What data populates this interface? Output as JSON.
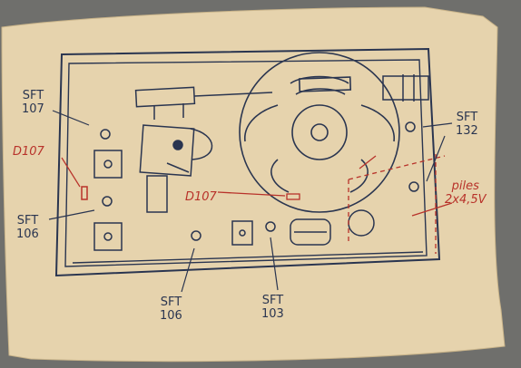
{
  "labels": {
    "sft_107": {
      "line1": "SFT",
      "line2": "107"
    },
    "d107_left": {
      "text": "D107"
    },
    "sft_106_left": {
      "line1": "SFT",
      "line2": "106"
    },
    "d107_center": {
      "text": "D107"
    },
    "sft_132": {
      "line1": "SFT",
      "line2": "132"
    },
    "piles": {
      "line1": "piles",
      "line2": "2x4,5V"
    },
    "sft_106_bottom": {
      "line1": "SFT",
      "line2": "106"
    },
    "sft_103_bottom": {
      "line1": "SFT",
      "line2": "103"
    }
  },
  "colors": {
    "paper": "#e6d3ad",
    "ink": "#2a3550",
    "red_ink": "#b8322a",
    "background": "#6f6f6c"
  }
}
